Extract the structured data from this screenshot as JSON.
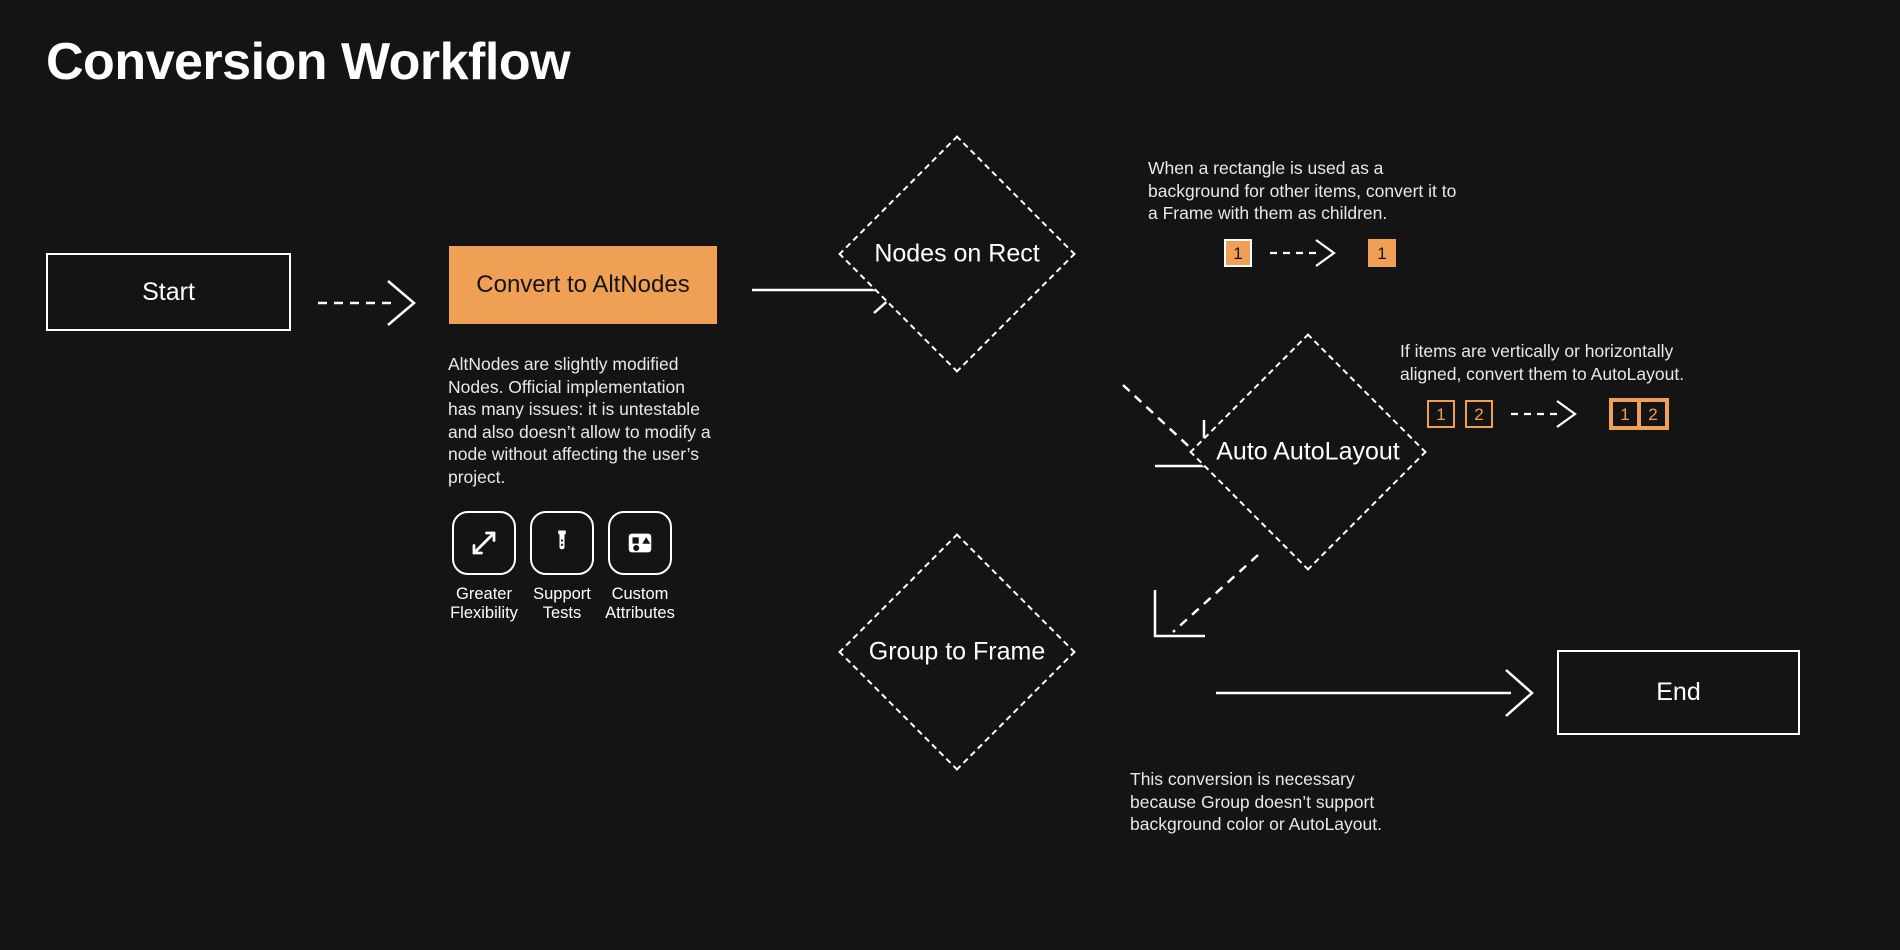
{
  "page": {
    "title": "Conversion Workflow",
    "background_color": "#141414",
    "accent_color": "#efa055",
    "text_color": "#ffffff"
  },
  "nodes": {
    "start": {
      "label": "Start"
    },
    "convert": {
      "label": "Convert to AltNodes",
      "description": "AltNodes are slightly modified Nodes. Official implementation has many issues: it is untestable and also doesn’t allow to modify a node without affecting the user’s project."
    },
    "nodes_on_rect": {
      "label": "Nodes on Rect"
    },
    "auto_autolayout": {
      "label": "Auto AutoLayout"
    },
    "group_to_frame": {
      "label": "Group to Frame"
    },
    "end": {
      "label": "End"
    }
  },
  "features": [
    {
      "icon": "expand-arrows-icon",
      "label": "Greater\nFlexibility"
    },
    {
      "icon": "test-tube-icon",
      "label": "Support\nTests"
    },
    {
      "icon": "shapes-frame-icon",
      "label": "Custom\nAttributes"
    }
  ],
  "annotations": {
    "nodes_on_rect": {
      "text": "When a rectangle is used as a background for other items, convert it to a Frame with them as children.",
      "before_badges": [
        "1"
      ],
      "after_badges": [
        "1"
      ]
    },
    "auto_autolayout": {
      "text": "If items are vertically or horizontally aligned, convert them to AutoLayout.",
      "before_badges": [
        "1",
        "2"
      ],
      "after_badges": [
        "1",
        "2"
      ]
    },
    "group_to_frame": {
      "text": "This conversion is necessary because Group doesn’t support background color or AutoLayout."
    }
  },
  "arrows": [
    {
      "name": "start-to-convert",
      "style": "dashed"
    },
    {
      "name": "convert-to-nodes-on-rect",
      "style": "solid"
    },
    {
      "name": "nodes-on-rect-to-auto-autolayout",
      "style": "dashed"
    },
    {
      "name": "auto-autolayout-to-group-to-frame",
      "style": "dashed"
    },
    {
      "name": "group-to-frame-to-end",
      "style": "solid"
    }
  ]
}
